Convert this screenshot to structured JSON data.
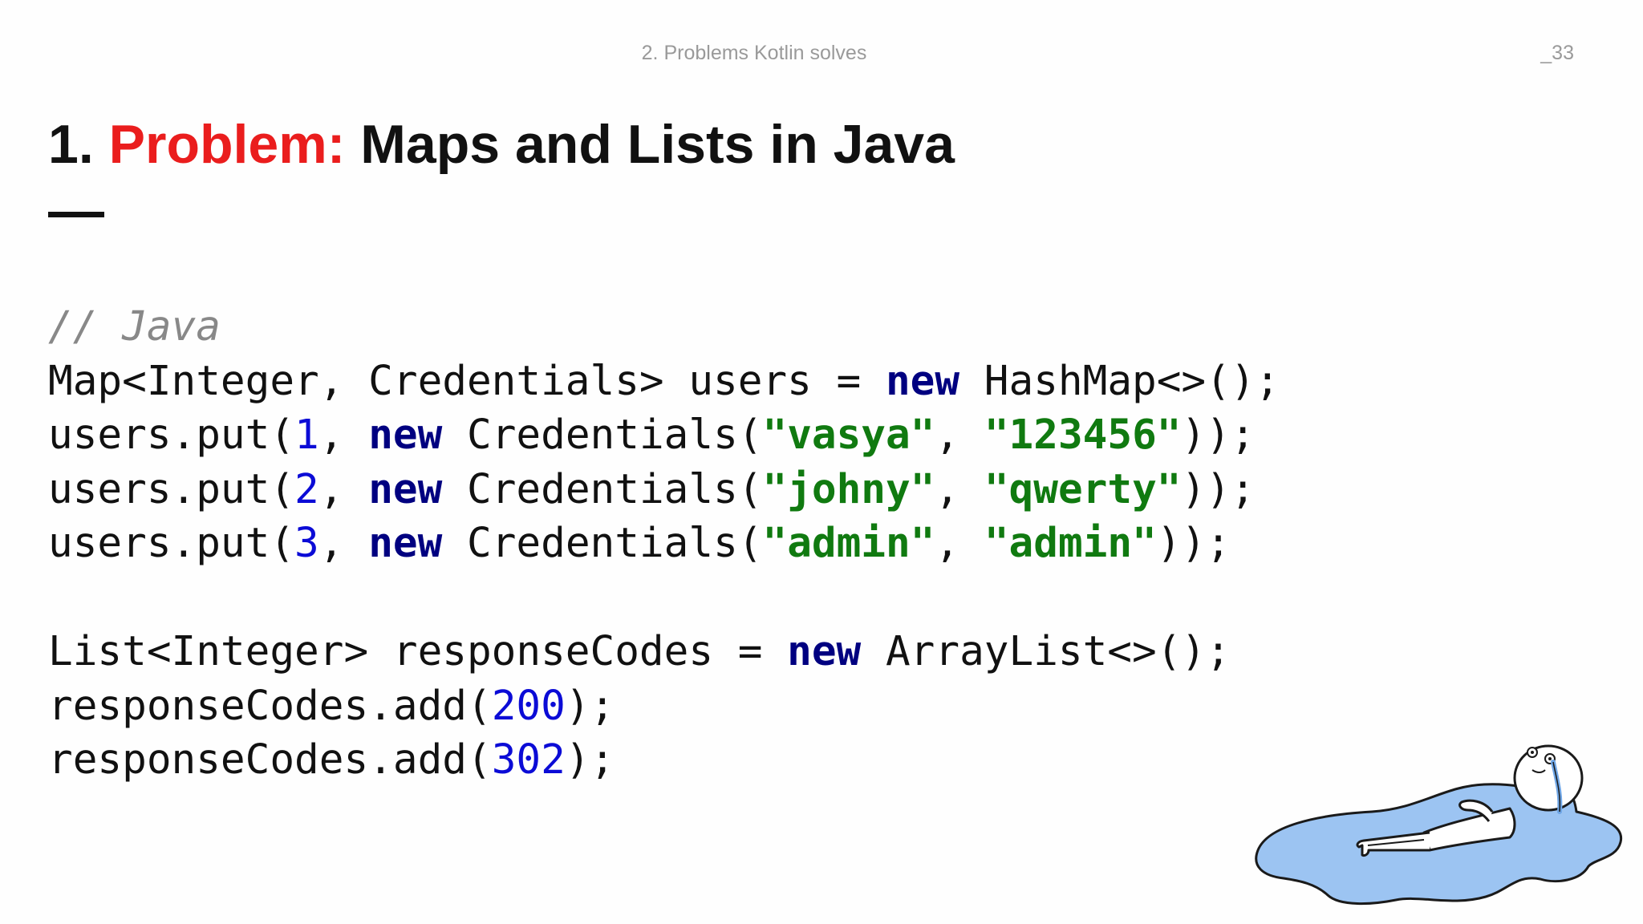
{
  "header": {
    "section": "2. Problems Kotlin solves",
    "page_number": "_33"
  },
  "title": {
    "number": "1.",
    "problem_word": "Problem:",
    "topic": "Maps and Lists in Java"
  },
  "code": {
    "comment": "// Java",
    "line1": {
      "a": "Map<Integer, Credentials> users = ",
      "kw": "new",
      "b": " HashMap<>();"
    },
    "puts": [
      {
        "prefix": "users.put(",
        "num": "1",
        "sep": ", ",
        "kw": "new",
        "mid": " Credentials(",
        "s1": "\"vasya\"",
        "comma": ", ",
        "s2": "\"123456\"",
        "end": "));"
      },
      {
        "prefix": "users.put(",
        "num": "2",
        "sep": ", ",
        "kw": "new",
        "mid": " Credentials(",
        "s1": "\"johny\"",
        "comma": ", ",
        "s2": "\"qwerty\"",
        "end": "));"
      },
      {
        "prefix": "users.put(",
        "num": "3",
        "sep": ", ",
        "kw": "new",
        "mid": " Credentials(",
        "s1": "\"admin\"",
        "comma": ", ",
        "s2": "\"admin\"",
        "end": "));"
      }
    ],
    "list_decl": {
      "a": "List<Integer> responseCodes = ",
      "kw": "new",
      "b": " ArrayList<>();"
    },
    "adds": [
      {
        "prefix": "responseCodes.add(",
        "num": "200",
        "end": ");"
      },
      {
        "prefix": "responseCodes.add(",
        "num": "302",
        "end": ");"
      }
    ]
  },
  "colors": {
    "problem_red": "#ea1d1d",
    "keyword_navy": "#000080",
    "number_blue": "#0b0bd6",
    "string_green": "#107a10",
    "comment_gray": "#888888",
    "puddle_blue": "#9cc4f2"
  },
  "illustration": {
    "icon": "crying-stick-figure-in-puddle-icon"
  }
}
